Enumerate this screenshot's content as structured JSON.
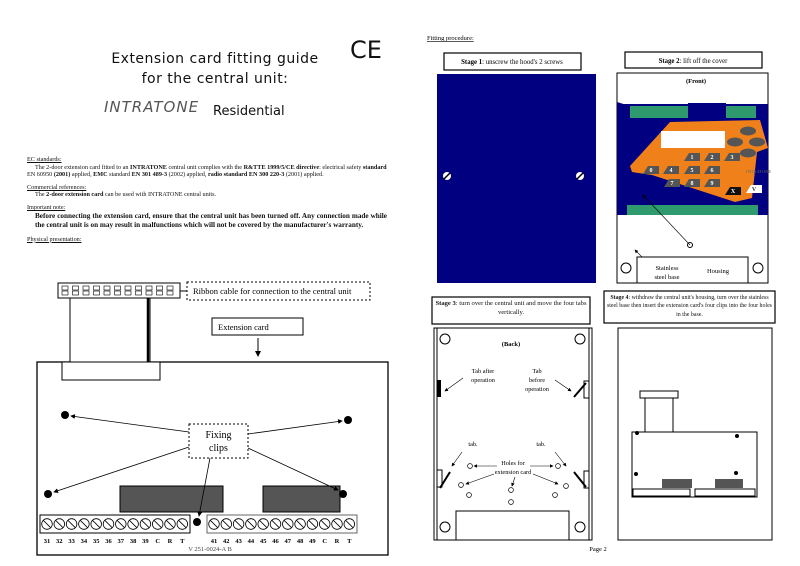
{
  "left": {
    "title_line1": "Extension card fitting guide",
    "title_line2": "for the central unit:",
    "logo_text": "INTRATONE",
    "model": "Residential",
    "ce_mark": "CE",
    "ec_heading": "EC standards:",
    "ec_text_a": "The 2-door extension card fitted to an ",
    "ec_brand": "INTRATONE",
    "ec_text_b": " central unit complies with the ",
    "ec_directive": "R&TTE 1999/5/CE directive",
    "ec_text_c": ": electrical safety ",
    "ec_safety": "standard",
    "ec_text_d": " EN 60950 ",
    "ec_year1": "(2001)",
    "ec_text_e": " applied, ",
    "ec_emc": "EMC",
    "ec_text_f": " standard ",
    "ec_emc_std": "EN 301 489-3",
    "ec_text_g": " (2002) applied, ",
    "ec_radio": "radio standard EN 300 220-3",
    "ec_text_h": " (2001) applied.",
    "comm_heading": "Commercial references:",
    "comm_a": "The ",
    "comm_bold": "2-door extension card",
    "comm_b": " can be used with INTRATONE central units.",
    "note_heading": "Important note:",
    "note_text": "Before connecting the extension card, ensure that the central unit has been turned off. Any connection made while the central unit is on may result in malfunctions which will not be covered by the manufacturer's warranty.",
    "phys_heading": "Physical presentation:",
    "ribbon_label": "Ribbon cable for connection to the central unit",
    "card_label": "Extension card",
    "clips_label_1": "Fixing",
    "clips_label_2": "clips",
    "terminals_left": [
      "31",
      "32",
      "33",
      "34",
      "35",
      "36",
      "37",
      "38",
      "39",
      "C",
      "R",
      "T"
    ],
    "terminals_right": [
      "41",
      "42",
      "43",
      "44",
      "45",
      "46",
      "47",
      "48",
      "49",
      "C",
      "R",
      "T"
    ],
    "footer_ref": "V 251-0024-A B"
  },
  "right": {
    "heading": "Fitting procedure:",
    "stage1_bold": "Stage 1",
    "stage1_text": ": unscrew the hood's 2 screws",
    "stage2_bold": "Stage 2",
    "stage2_text": ": lift off the cover",
    "front_label": "(Front)",
    "keypad_keys": [
      "1",
      "2",
      "3",
      "0",
      "4",
      "5",
      "6",
      "7",
      "8",
      "9",
      "X",
      "V"
    ],
    "keypad_logo": "INTRATONE",
    "stainless_label_1": "Stainless",
    "stainless_label_2": "steel base",
    "housing_label": "Housing",
    "stage3_bold": "Stage 3",
    "stage3_text": ": turn over the central unit and move the four tabs vertically.",
    "back_label": "(Back)",
    "tab_after_1": "Tab after",
    "tab_after_2": "operation",
    "tab_before_1": "Tab",
    "tab_before_2": "before",
    "tab_before_3": "operation",
    "tab_left": "tab.",
    "tab_right": "tab.",
    "holes_1": "Holes for",
    "holes_2": "extension card",
    "stage4_bold": "Stage 4",
    "stage4_text": ": withdraw the central unit's housing, turn over the stainless steel base then insert the extension card's four clips into the four holes in the base.",
    "page_label": "Page 2"
  },
  "colors": {
    "navy": "#000080",
    "orange": "#f0801a",
    "green": "#2e9a6e",
    "key": "#555555"
  }
}
